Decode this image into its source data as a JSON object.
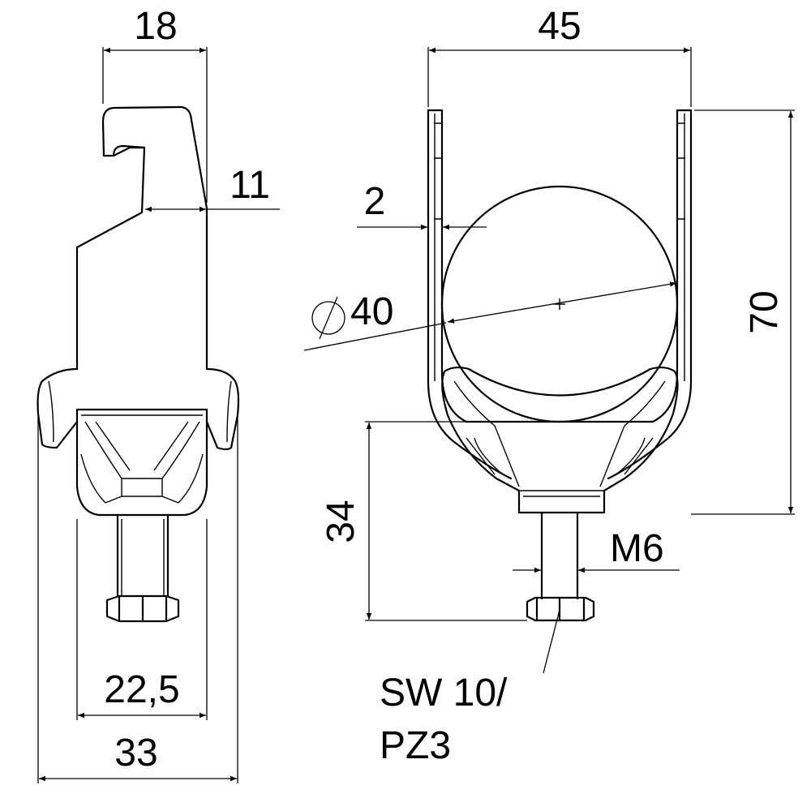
{
  "drawing": {
    "side_view": {
      "top_width": "18",
      "hook_depth": "11",
      "inner_width": "22,5",
      "outer_width": "33"
    },
    "front_view": {
      "width": "45",
      "wall_thickness": "2",
      "diameter_symbol": "⌀",
      "diameter": "40",
      "height": "70",
      "screw_height": "34",
      "thread": "M6",
      "drive_line1": "SW 10/",
      "drive_line2": "PZ3"
    }
  }
}
